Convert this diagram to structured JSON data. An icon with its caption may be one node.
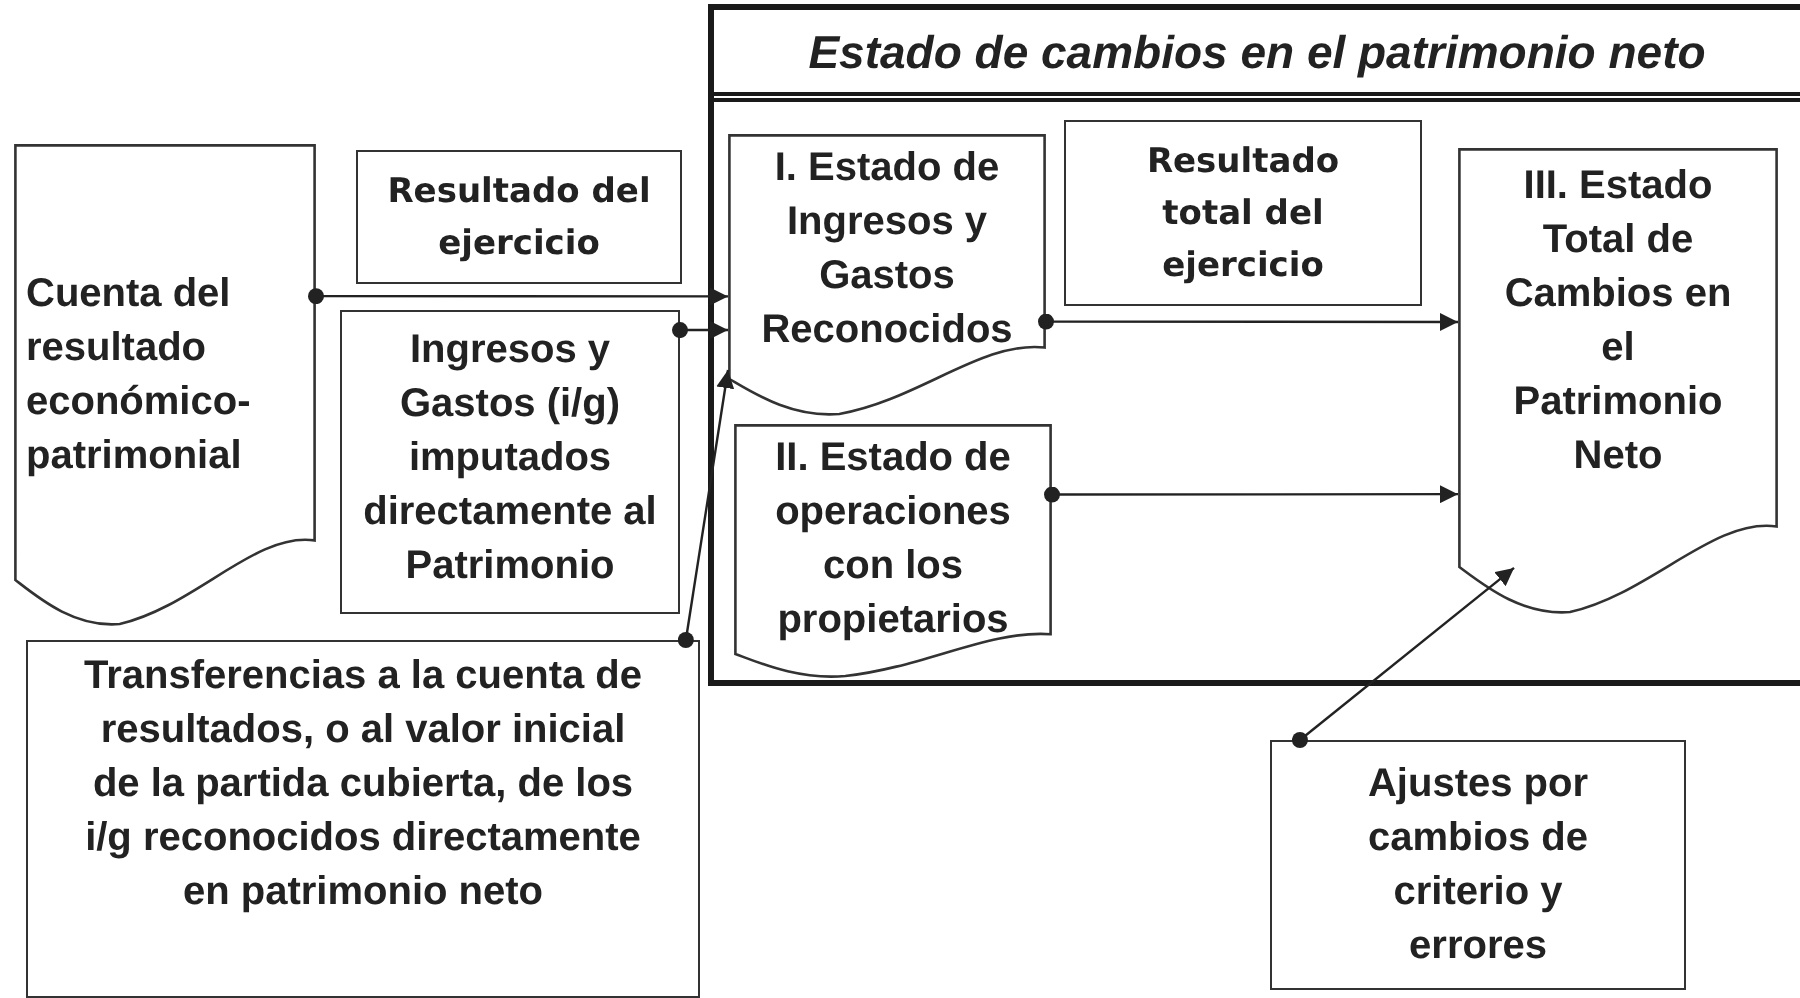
{
  "diagram": {
    "nodes": [
      {
        "text": [
          "Estado de cambios en el patrimonio neto"
        ]
      },
      {
        "text": [
          "Cuenta del resultado económico-patrimonial"
        ]
      },
      {
        "text": [
          "Resultado del ejercicio"
        ]
      },
      {
        "text": [
          "Ingresos y Gastos (i/g) imputados directamente al Patrimonio"
        ]
      },
      {
        "text": [
          "Transferencias a la cuenta de resultados, o al valor inicial de la partida cubierta, de los i/g reconocidos directamente en patrimonio neto"
        ]
      },
      {
        "text": [
          "I. Estado de Ingresos y Gastos Reconocidos"
        ],
        "in": 0
      },
      {
        "text": [
          "Resultado total del ejercicio"
        ],
        "in": 0
      },
      {
        "text": [
          "III. Estado Total de Cambios en el Patrimonio Neto"
        ],
        "in": 0
      },
      {
        "text": [
          "II. Estado de operaciones con los propietarios"
        ],
        "in": 0
      },
      {
        "text": [
          "Ajustes por cambios de criterio y errores"
        ]
      }
    ],
    "edges": [
      {
        "from": 1,
        "to": 5,
        "arrow": "to"
      },
      {
        "from": 3,
        "to": 5,
        "arrow": "to"
      },
      {
        "from": 5,
        "to": 7,
        "arrow": "to"
      },
      {
        "from": 8,
        "to": 7,
        "arrow": "to"
      },
      {
        "from": 4,
        "to": 5,
        "arrow": "to"
      },
      {
        "from": 9,
        "to": 7,
        "arrow": "to"
      }
    ]
  }
}
